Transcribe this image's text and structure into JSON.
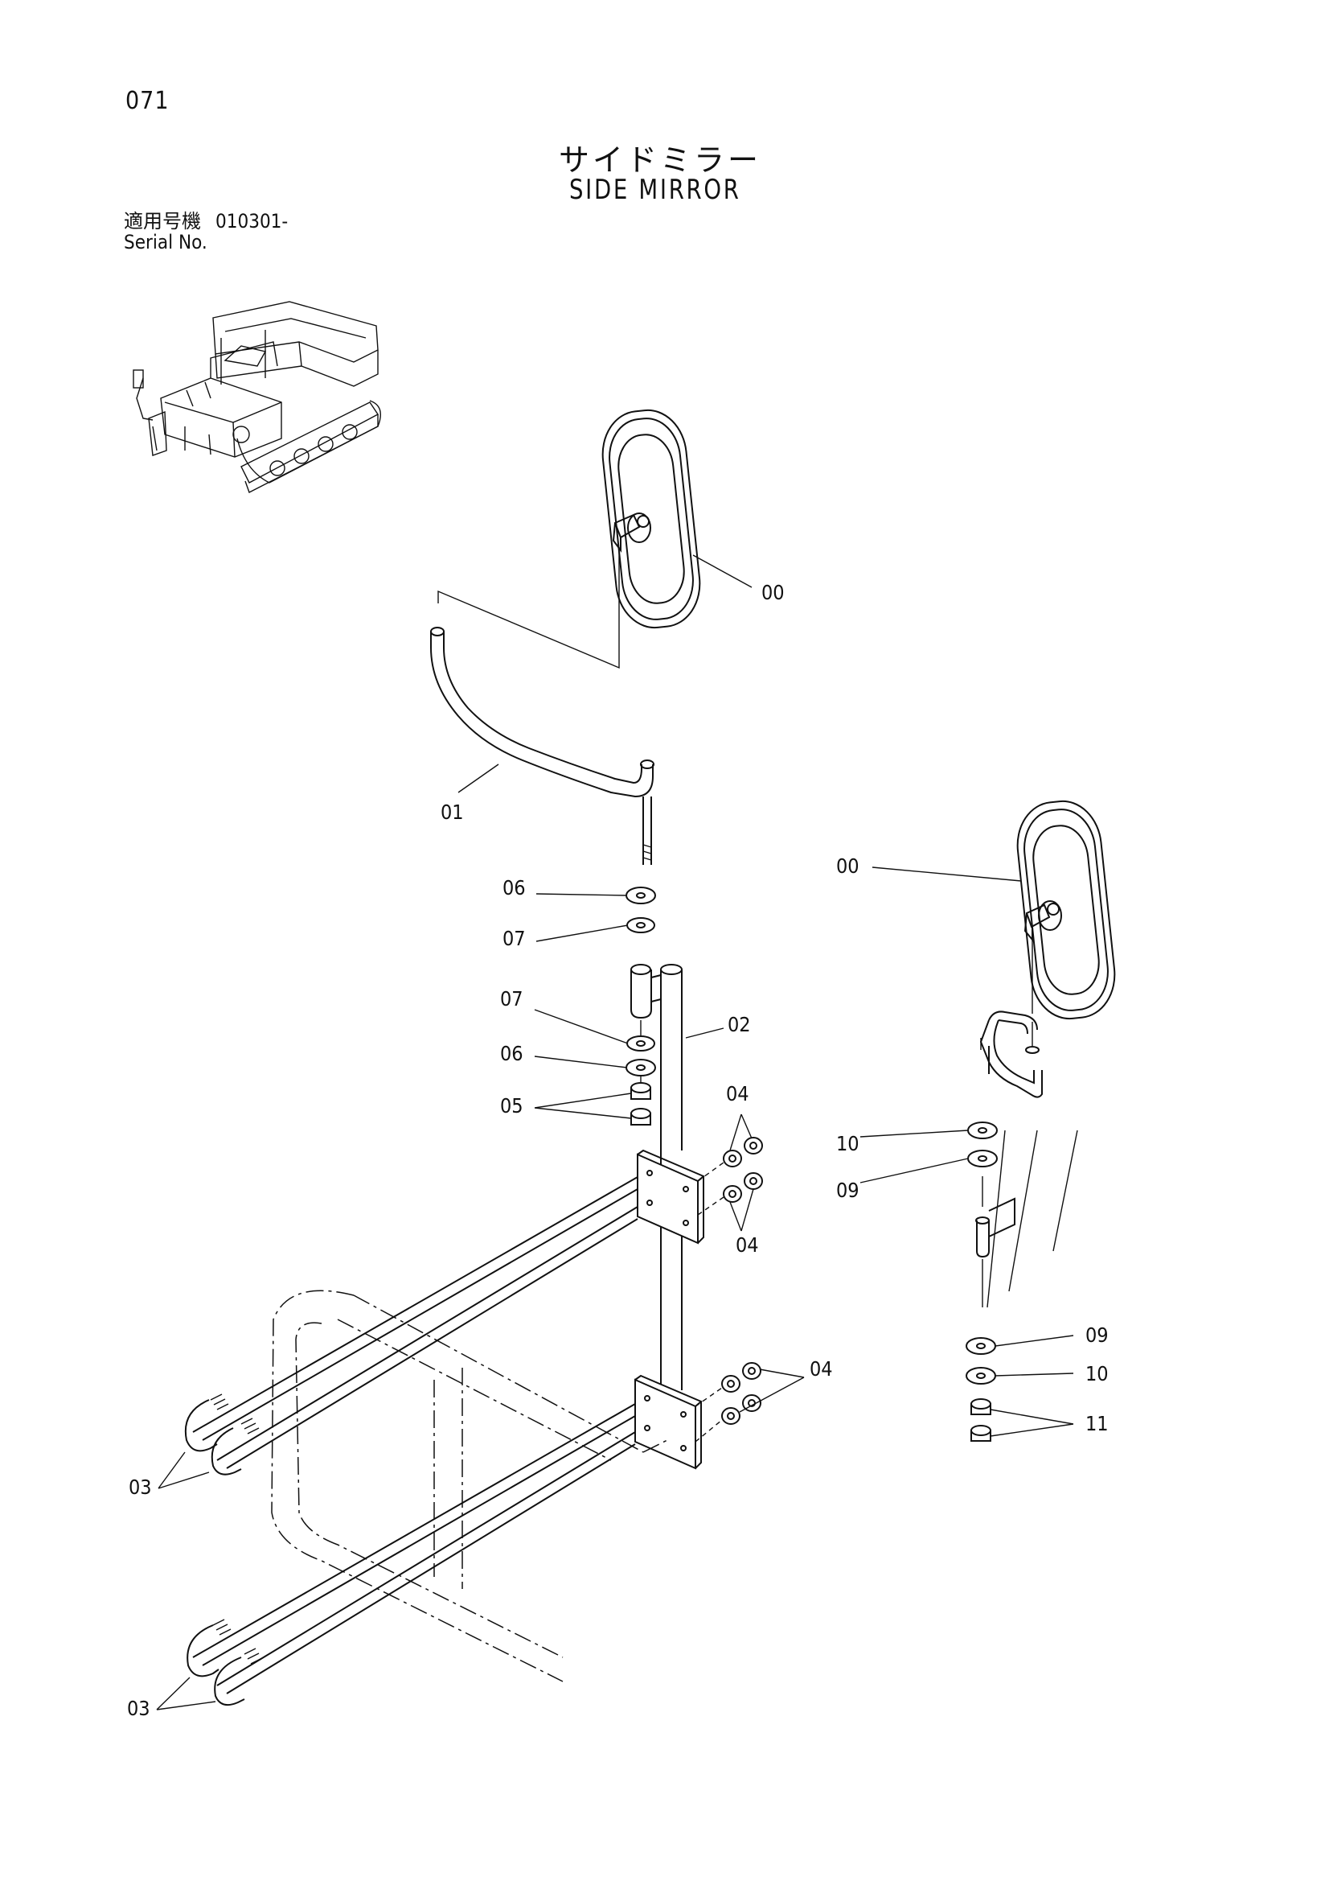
{
  "page": {
    "number": "071",
    "title_jp": "サイドミラー",
    "title_en": "SIDE MIRROR",
    "serial_label_jp": "適用号機",
    "serial_value": "010301-",
    "serial_label_en": "Serial No."
  },
  "callouts": {
    "mirror_left": "00",
    "mirror_right": "00",
    "arm_left": "01",
    "post": "02",
    "ubolt_upper": "03",
    "ubolt_lower": "03",
    "nut_upper_top": "04",
    "nut_upper_bottom": "04",
    "nut_lower": "04",
    "nut_05": "05",
    "washer_06_top": "06",
    "washer_07_top": "07",
    "washer_07_mid": "07",
    "washer_06_mid": "06",
    "washer_10_top": "10",
    "washer_09_top": "09",
    "washer_09_bottom": "09",
    "washer_10_bottom": "10",
    "nut_11": "11"
  }
}
